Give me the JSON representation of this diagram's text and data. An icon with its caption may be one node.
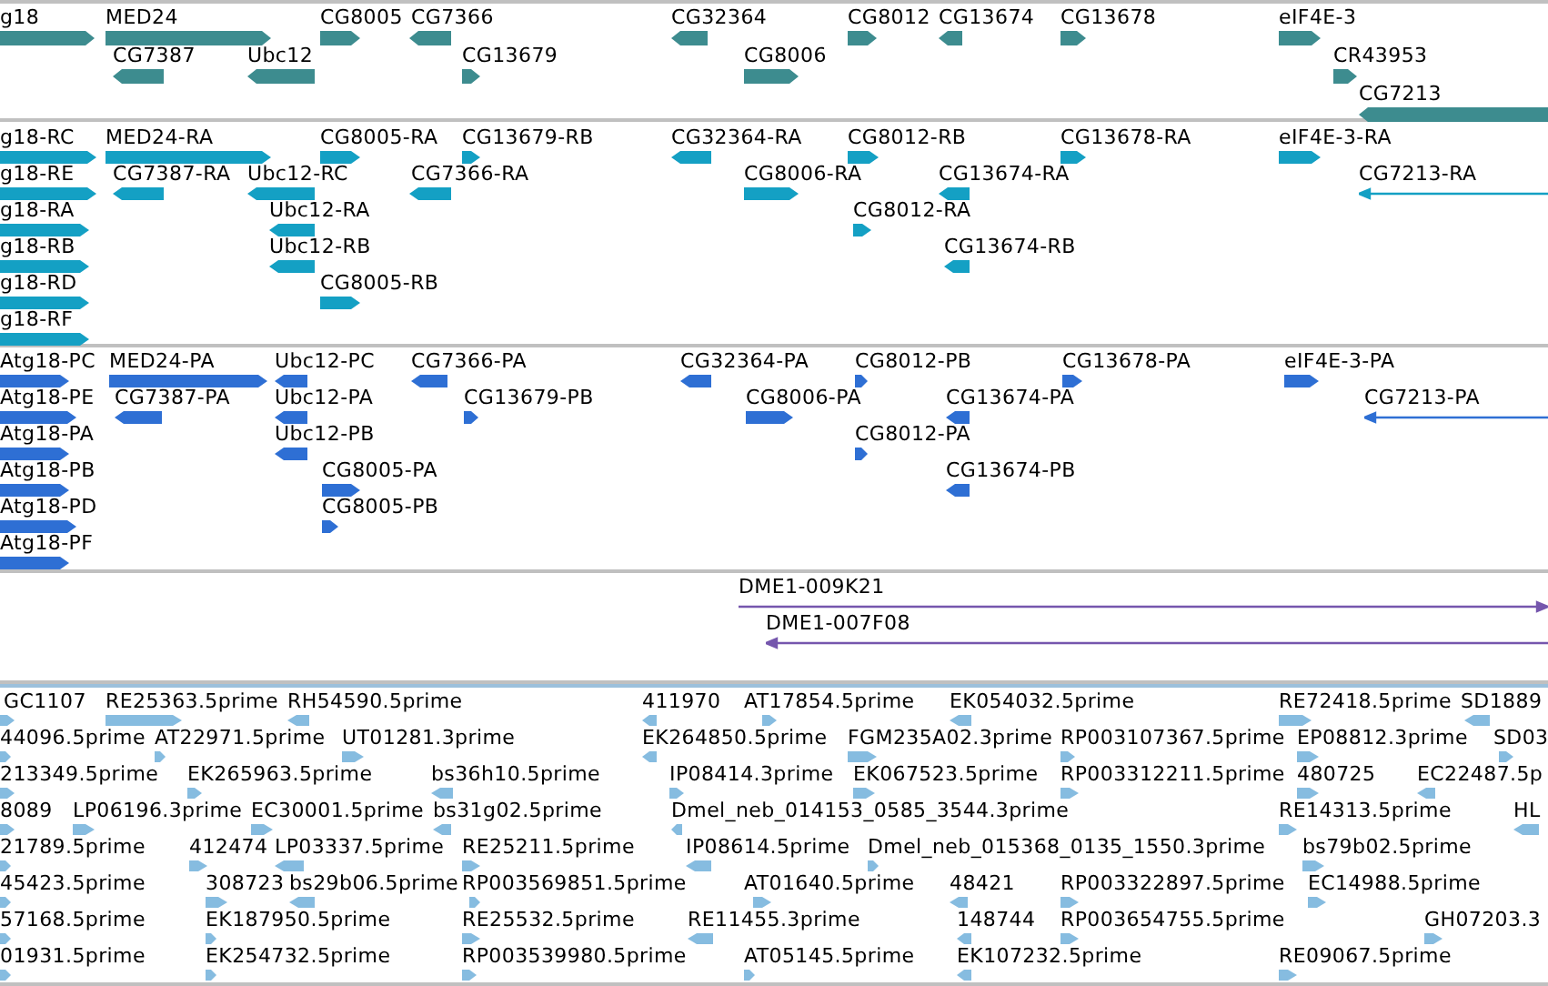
{
  "diagram": {
    "labels": [
      "g18",
      "MED24",
      "CG8005",
      "CG7366",
      "CG32364",
      "CG8012",
      "CG13674",
      "CG13678",
      "eIF4E-3",
      "CG7387",
      "Ubc12",
      "CG13679",
      "CG8006",
      "CR43953",
      "CG7213",
      "g18-RC",
      "MED24-RA",
      "CG8005-RA",
      "CG13679-RB",
      "CG32364-RA",
      "CG8012-RB",
      "CG13678-RA",
      "eIF4E-3-RA",
      "g18-RE",
      "CG7387-RA",
      "Ubc12-RC",
      "CG7366-RA",
      "CG8006-RA",
      "CG13674-RA",
      "CG7213-RA",
      "g18-RA",
      "Ubc12-RA",
      "CG8012-RA",
      "g18-RB",
      "Ubc12-RB",
      "CG13674-RB",
      "g18-RD",
      "CG8005-RB",
      "g18-RF",
      "Atg18-PC",
      "MED24-PA",
      "Ubc12-PC",
      "CG7366-PA",
      "CG32364-PA",
      "CG8012-PB",
      "CG13678-PA",
      "eIF4E-3-PA",
      "Atg18-PE",
      "CG7387-PA",
      "Ubc12-PA",
      "CG13679-PB",
      "CG8006-PA",
      "CG13674-PA",
      "CG7213-PA",
      "Atg18-PA",
      "Ubc12-PB",
      "CG8012-PA",
      "Atg18-PB",
      "CG8005-PA",
      "CG13674-PB",
      "Atg18-PD",
      "CG8005-PB",
      "Atg18-PF",
      "DME1-009K21",
      "DME1-007F08",
      "GC1107",
      "RE25363.5prime",
      "RH54590.5prime",
      "411970",
      "AT17854.5prime",
      "EK054032.5prime",
      "RE72418.5prime",
      "SD1889",
      "44096.5prime",
      "AT22971.5prime",
      "UT01281.3prime",
      "EK264850.5prime",
      "FGM235A02.3prime",
      "RP003107367.5prime",
      "EP08812.3prime",
      "SD03",
      "213349.5prime",
      "EK265963.5prime",
      "bs36h10.5prime",
      "IP08414.3prime",
      "EK067523.5prime",
      "RP003312211.5prime",
      "480725",
      "EC22487.5p",
      "8089",
      "LP06196.3prime",
      "EC30001.5prime",
      "bs31g02.5prime",
      "Dmel_neb_014153_0585_3544.3prime",
      "RE14313.5prime",
      "HL",
      "21789.5prime",
      "412474",
      "LP03337.5prime",
      "RE25211.5prime",
      "IP08614.5prime",
      "Dmel_neb_015368_0135_1550.3prime",
      "bs79b02.5prime",
      "45423.5prime",
      "308723",
      "bs29b06.5prime",
      "RP003569851.5prime",
      "AT01640.5prime",
      "48421",
      "RP003322897.5prime",
      "EC14988.5prime",
      "57168.5prime",
      "EK187950.5prime",
      "RE25532.5prime",
      "RE11455.3prime",
      "148744",
      "RP003654755.5prime",
      "GH07203.3",
      "01931.5prime",
      "EK254732.5prime",
      "RP003539980.5prime",
      "AT05145.5prime",
      "EK107232.5prime",
      "RE09067.5prime"
    ]
  }
}
